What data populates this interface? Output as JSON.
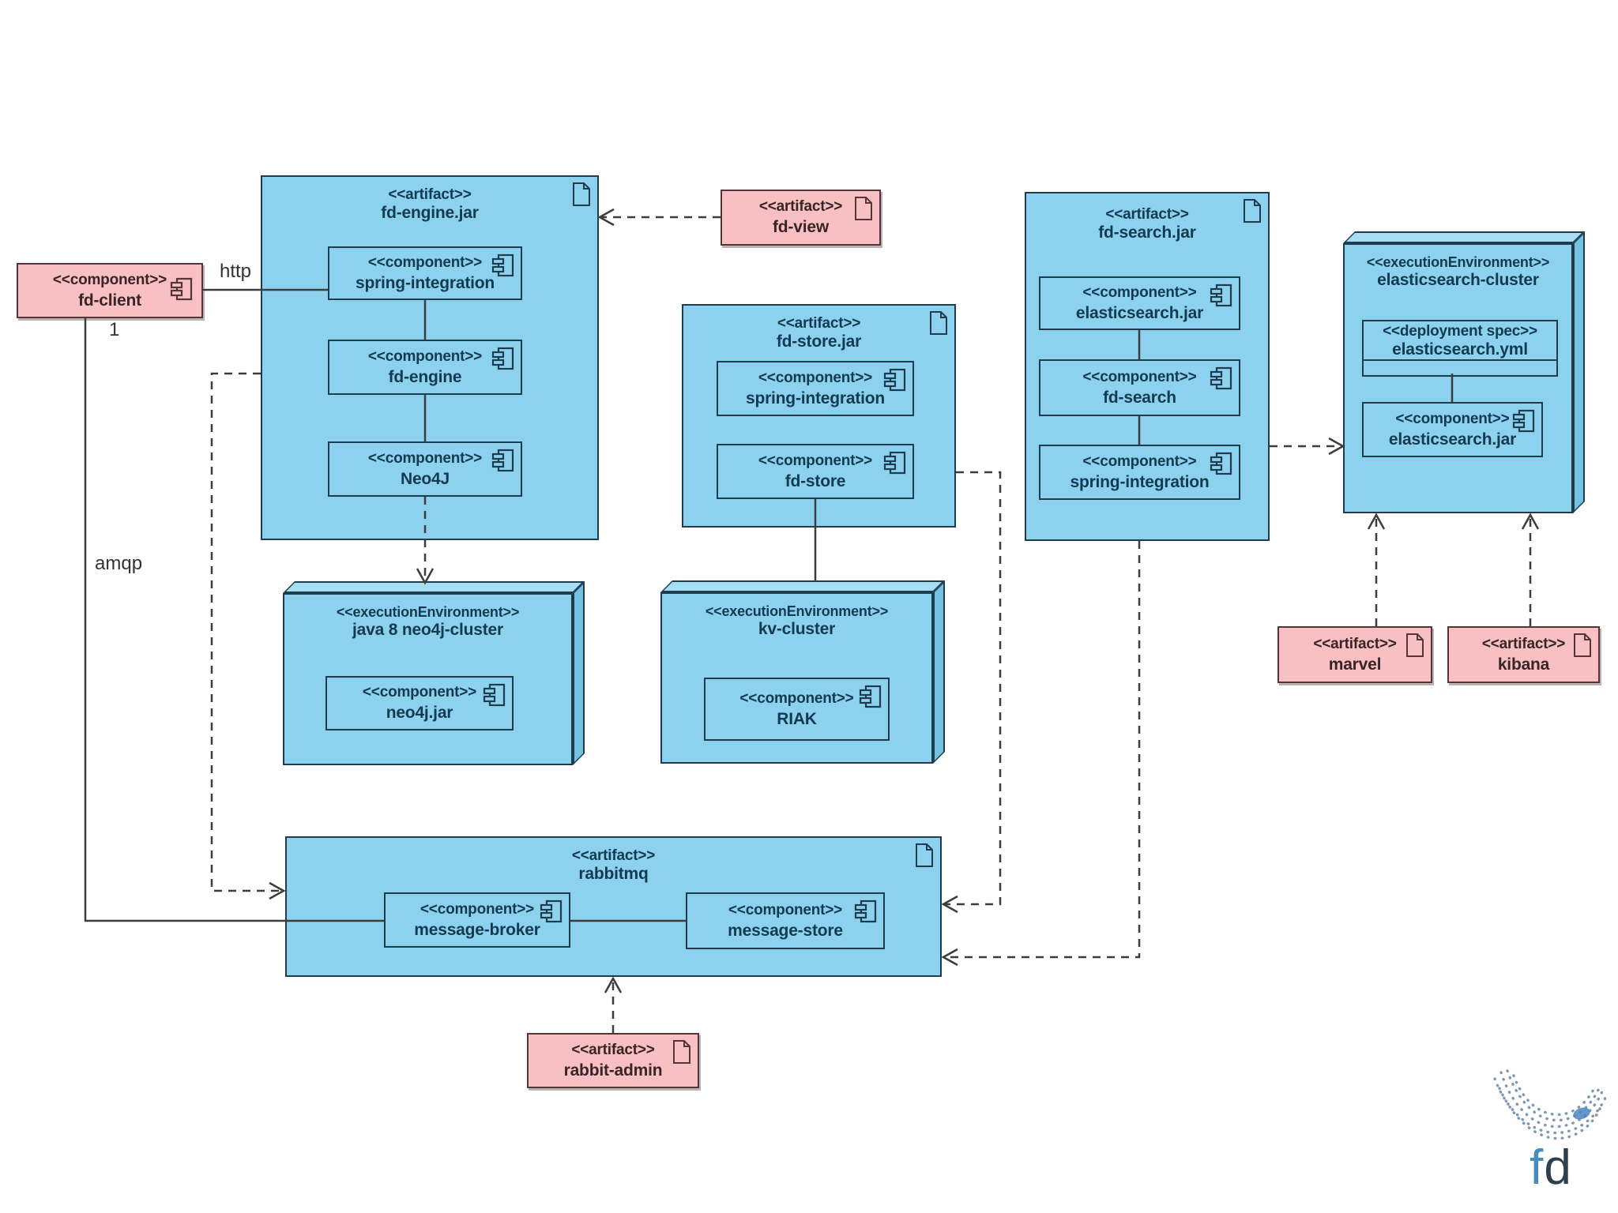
{
  "nodes": {
    "fd_client": {
      "stereotype": "<<component>>",
      "name": "fd-client"
    },
    "fd_view": {
      "stereotype": "<<artifact>>",
      "name": "fd-view"
    },
    "rabbit_admin": {
      "stereotype": "<<artifact>>",
      "name": "rabbit-admin"
    },
    "marvel": {
      "stereotype": "<<artifact>>",
      "name": "marvel"
    },
    "kibana": {
      "stereotype": "<<artifact>>",
      "name": "kibana"
    },
    "fd_engine_jar": {
      "stereotype": "<<artifact>>",
      "name": "fd-engine.jar"
    },
    "engine_spring": {
      "stereotype": "<<component>>",
      "name": "spring-integration"
    },
    "engine_core": {
      "stereotype": "<<component>>",
      "name": "fd-engine"
    },
    "engine_neo4j": {
      "stereotype": "<<component>>",
      "name": "Neo4J"
    },
    "fd_store_jar": {
      "stereotype": "<<artifact>>",
      "name": "fd-store.jar"
    },
    "store_spring": {
      "stereotype": "<<component>>",
      "name": "spring-integration"
    },
    "store_core": {
      "stereotype": "<<component>>",
      "name": "fd-store"
    },
    "fd_search_jar": {
      "stereotype": "<<artifact>>",
      "name": "fd-search.jar"
    },
    "search_es_jar": {
      "stereotype": "<<component>>",
      "name": "elasticsearch.jar"
    },
    "search_core": {
      "stereotype": "<<component>>",
      "name": "fd-search"
    },
    "search_spring": {
      "stereotype": "<<component>>",
      "name": "spring-integration"
    },
    "es_cluster": {
      "stereotype": "<<executionEnvironment>>",
      "name": "elasticsearch-cluster"
    },
    "deployment_spec": {
      "stereotype": "<<deployment spec>>",
      "name": "elasticsearch.yml"
    },
    "cluster_es_jar": {
      "stereotype": "<<component>>",
      "name": "elasticsearch.jar"
    },
    "neo4j_cluster": {
      "stereotype": "<<executionEnvironment>>",
      "name": "java 8 neo4j-cluster"
    },
    "neo4j_jar": {
      "stereotype": "<<component>>",
      "name": "neo4j.jar"
    },
    "kv_cluster": {
      "stereotype": "<<executionEnvironment>>",
      "name": "kv-cluster"
    },
    "riak": {
      "stereotype": "<<component>>",
      "name": "RIAK"
    },
    "rabbitmq": {
      "stereotype": "<<artifact>>",
      "name": "rabbitmq"
    },
    "message_broker": {
      "stereotype": "<<component>>",
      "name": "message-broker"
    },
    "message_store": {
      "stereotype": "<<component>>",
      "name": "message-store"
    }
  },
  "labels": {
    "http": "http",
    "amqp": "amqp",
    "multiplicity_1": "1"
  },
  "edges": [
    {
      "from": "fd-client",
      "to": "fd-engine.jar/spring-integration",
      "style": "solid",
      "label": "http"
    },
    {
      "from": "fd-client",
      "to": "rabbitmq/message-broker",
      "style": "solid",
      "label": "amqp"
    },
    {
      "from": "fd-view",
      "to": "fd-engine.jar",
      "style": "dashed-arrow"
    },
    {
      "from": "fd-engine.jar",
      "to": "rabbitmq",
      "style": "dashed-arrow"
    },
    {
      "from": "Neo4J",
      "to": "java 8 neo4j-cluster",
      "style": "dashed-arrow"
    },
    {
      "from": "fd-store",
      "to": "kv-cluster",
      "style": "solid"
    },
    {
      "from": "fd-store.jar",
      "to": "rabbitmq",
      "style": "dashed-arrow"
    },
    {
      "from": "fd-search.jar",
      "to": "rabbitmq",
      "style": "dashed-arrow"
    },
    {
      "from": "fd-search.jar",
      "to": "elasticsearch-cluster",
      "style": "dashed-arrow"
    },
    {
      "from": "marvel",
      "to": "elasticsearch-cluster",
      "style": "dashed-arrow"
    },
    {
      "from": "kibana",
      "to": "elasticsearch-cluster",
      "style": "dashed-arrow"
    },
    {
      "from": "rabbit-admin",
      "to": "rabbitmq",
      "style": "dashed-arrow"
    },
    {
      "from": "spring-integration",
      "to": "fd-engine",
      "style": "solid"
    },
    {
      "from": "fd-engine",
      "to": "Neo4J",
      "style": "solid"
    },
    {
      "from": "elasticsearch.jar",
      "to": "fd-search",
      "style": "solid"
    },
    {
      "from": "fd-search",
      "to": "spring-integration",
      "style": "solid"
    },
    {
      "from": "message-broker",
      "to": "message-store",
      "style": "solid"
    },
    {
      "from": "elasticsearch.yml",
      "to": "elasticsearch.jar",
      "style": "solid"
    }
  ],
  "logo": {
    "text_f": "f",
    "text_d": "d"
  },
  "colors": {
    "bg": "#ffffff",
    "blue-fill": "#8CD2EF",
    "blue-fill-top": "#A6DEF4",
    "blue-fill-side": "#74C2E1",
    "blue-border": "#1E3C4E",
    "blue-text": "#123A50",
    "pink-fill": "#F8C0C3",
    "pink-border": "#553538",
    "pink-text": "#392526",
    "line": "#3D3D3D",
    "logo-blue": "#4A8AC2",
    "logo-navy": "#2E3F50",
    "logo-dot": "#7E97B4"
  }
}
